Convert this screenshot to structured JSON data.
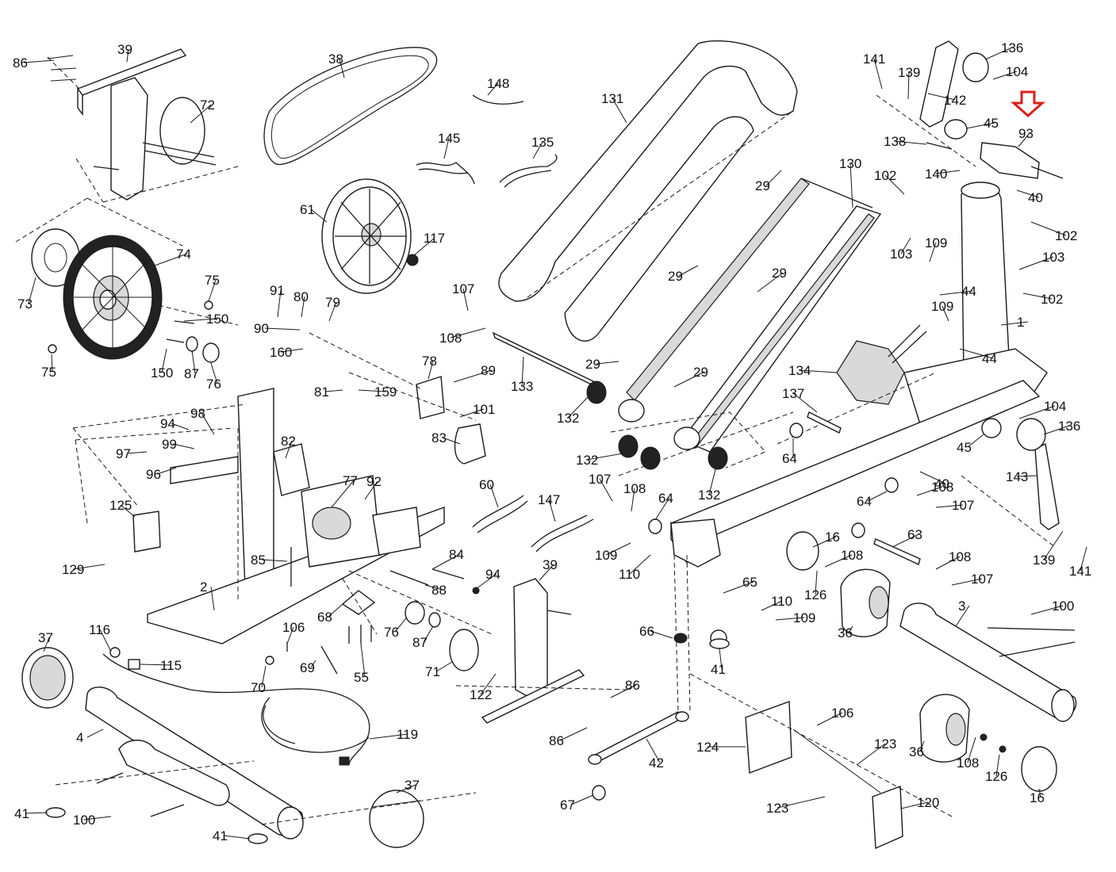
{
  "diagram": {
    "highlight_color": "#d9201b",
    "line_color": "#1a1a1a",
    "highlighted_part": "93",
    "parts": [
      {
        "id": "1",
        "label": "1"
      },
      {
        "id": "2",
        "label": "2"
      },
      {
        "id": "3",
        "label": "3"
      },
      {
        "id": "4",
        "label": "4"
      },
      {
        "id": "16a",
        "label": "16"
      },
      {
        "id": "16b",
        "label": "16"
      },
      {
        "id": "29a",
        "label": "29"
      },
      {
        "id": "29b",
        "label": "29"
      },
      {
        "id": "29c",
        "label": "29"
      },
      {
        "id": "29d",
        "label": "29"
      },
      {
        "id": "29e",
        "label": "29"
      },
      {
        "id": "36a",
        "label": "36"
      },
      {
        "id": "36b",
        "label": "36"
      },
      {
        "id": "37a",
        "label": "37"
      },
      {
        "id": "37b",
        "label": "37"
      },
      {
        "id": "38",
        "label": "38"
      },
      {
        "id": "39a",
        "label": "39"
      },
      {
        "id": "39b",
        "label": "39"
      },
      {
        "id": "40a",
        "label": "40"
      },
      {
        "id": "40b",
        "label": "40"
      },
      {
        "id": "41a",
        "label": "41"
      },
      {
        "id": "41b",
        "label": "41"
      },
      {
        "id": "41c",
        "label": "41"
      },
      {
        "id": "42",
        "label": "42"
      },
      {
        "id": "44a",
        "label": "44"
      },
      {
        "id": "44b",
        "label": "44"
      },
      {
        "id": "45a",
        "label": "45"
      },
      {
        "id": "45b",
        "label": "45"
      },
      {
        "id": "55",
        "label": "55"
      },
      {
        "id": "60",
        "label": "60"
      },
      {
        "id": "61",
        "label": "61"
      },
      {
        "id": "63",
        "label": "63"
      },
      {
        "id": "64a",
        "label": "64"
      },
      {
        "id": "64b",
        "label": "64"
      },
      {
        "id": "64c",
        "label": "64"
      },
      {
        "id": "65",
        "label": "65"
      },
      {
        "id": "66",
        "label": "66"
      },
      {
        "id": "67",
        "label": "67"
      },
      {
        "id": "68",
        "label": "68"
      },
      {
        "id": "69",
        "label": "69"
      },
      {
        "id": "70",
        "label": "70"
      },
      {
        "id": "71",
        "label": "71"
      },
      {
        "id": "72",
        "label": "72"
      },
      {
        "id": "73",
        "label": "73"
      },
      {
        "id": "74",
        "label": "74"
      },
      {
        "id": "75a",
        "label": "75"
      },
      {
        "id": "75b",
        "label": "75"
      },
      {
        "id": "76a",
        "label": "76"
      },
      {
        "id": "76b",
        "label": "76"
      },
      {
        "id": "77",
        "label": "77"
      },
      {
        "id": "78",
        "label": "78"
      },
      {
        "id": "79",
        "label": "79"
      },
      {
        "id": "80",
        "label": "80"
      },
      {
        "id": "81",
        "label": "81"
      },
      {
        "id": "82",
        "label": "82"
      },
      {
        "id": "83",
        "label": "83"
      },
      {
        "id": "84",
        "label": "84"
      },
      {
        "id": "85",
        "label": "85"
      },
      {
        "id": "86a",
        "label": "86"
      },
      {
        "id": "86b",
        "label": "86"
      },
      {
        "id": "86c",
        "label": "86"
      },
      {
        "id": "87a",
        "label": "87"
      },
      {
        "id": "87b",
        "label": "87"
      },
      {
        "id": "88",
        "label": "88"
      },
      {
        "id": "89",
        "label": "89"
      },
      {
        "id": "90",
        "label": "90"
      },
      {
        "id": "91",
        "label": "91"
      },
      {
        "id": "92",
        "label": "92"
      },
      {
        "id": "93",
        "label": "93"
      },
      {
        "id": "94a",
        "label": "94"
      },
      {
        "id": "94b",
        "label": "94"
      },
      {
        "id": "96",
        "label": "96"
      },
      {
        "id": "97",
        "label": "97"
      },
      {
        "id": "98",
        "label": "98"
      },
      {
        "id": "99",
        "label": "99"
      },
      {
        "id": "100a",
        "label": "100"
      },
      {
        "id": "100b",
        "label": "100"
      },
      {
        "id": "101",
        "label": "101"
      },
      {
        "id": "102a",
        "label": "102"
      },
      {
        "id": "102b",
        "label": "102"
      },
      {
        "id": "102c",
        "label": "102"
      },
      {
        "id": "103a",
        "label": "103"
      },
      {
        "id": "103b",
        "label": "103"
      },
      {
        "id": "104a",
        "label": "104"
      },
      {
        "id": "104b",
        "label": "104"
      },
      {
        "id": "106a",
        "label": "106"
      },
      {
        "id": "106b",
        "label": "106"
      },
      {
        "id": "107a",
        "label": "107"
      },
      {
        "id": "107b",
        "label": "107"
      },
      {
        "id": "107c",
        "label": "107"
      },
      {
        "id": "107d",
        "label": "107"
      },
      {
        "id": "108a",
        "label": "108"
      },
      {
        "id": "108b",
        "label": "108"
      },
      {
        "id": "108c",
        "label": "108"
      },
      {
        "id": "108d",
        "label": "108"
      },
      {
        "id": "108e",
        "label": "108"
      },
      {
        "id": "108f",
        "label": "108"
      },
      {
        "id": "108g",
        "label": "108"
      },
      {
        "id": "109a",
        "label": "109"
      },
      {
        "id": "109b",
        "label": "109"
      },
      {
        "id": "109c",
        "label": "109"
      },
      {
        "id": "109d",
        "label": "109"
      },
      {
        "id": "110a",
        "label": "110"
      },
      {
        "id": "110b",
        "label": "110"
      },
      {
        "id": "115",
        "label": "115"
      },
      {
        "id": "116",
        "label": "116"
      },
      {
        "id": "117",
        "label": "117"
      },
      {
        "id": "119",
        "label": "119"
      },
      {
        "id": "120",
        "label": "120"
      },
      {
        "id": "122",
        "label": "122"
      },
      {
        "id": "123a",
        "label": "123"
      },
      {
        "id": "123b",
        "label": "123"
      },
      {
        "id": "124",
        "label": "124"
      },
      {
        "id": "125",
        "label": "125"
      },
      {
        "id": "126a",
        "label": "126"
      },
      {
        "id": "126b",
        "label": "126"
      },
      {
        "id": "129",
        "label": "129"
      },
      {
        "id": "130",
        "label": "130"
      },
      {
        "id": "131",
        "label": "131"
      },
      {
        "id": "132a",
        "label": "132"
      },
      {
        "id": "132b",
        "label": "132"
      },
      {
        "id": "132c",
        "label": "132"
      },
      {
        "id": "133",
        "label": "133"
      },
      {
        "id": "134",
        "label": "134"
      },
      {
        "id": "135",
        "label": "135"
      },
      {
        "id": "136a",
        "label": "136"
      },
      {
        "id": "136b",
        "label": "136"
      },
      {
        "id": "137",
        "label": "137"
      },
      {
        "id": "138",
        "label": "138"
      },
      {
        "id": "139a",
        "label": "139"
      },
      {
        "id": "139b",
        "label": "139"
      },
      {
        "id": "140",
        "label": "140"
      },
      {
        "id": "141a",
        "label": "141"
      },
      {
        "id": "141b",
        "label": "141"
      },
      {
        "id": "142",
        "label": "142"
      },
      {
        "id": "143",
        "label": "143"
      },
      {
        "id": "145",
        "label": "145"
      },
      {
        "id": "147",
        "label": "147"
      },
      {
        "id": "148",
        "label": "148"
      },
      {
        "id": "150a",
        "label": "150"
      },
      {
        "id": "150b",
        "label": "150"
      },
      {
        "id": "159",
        "label": "159"
      },
      {
        "id": "160",
        "label": "160"
      }
    ]
  }
}
